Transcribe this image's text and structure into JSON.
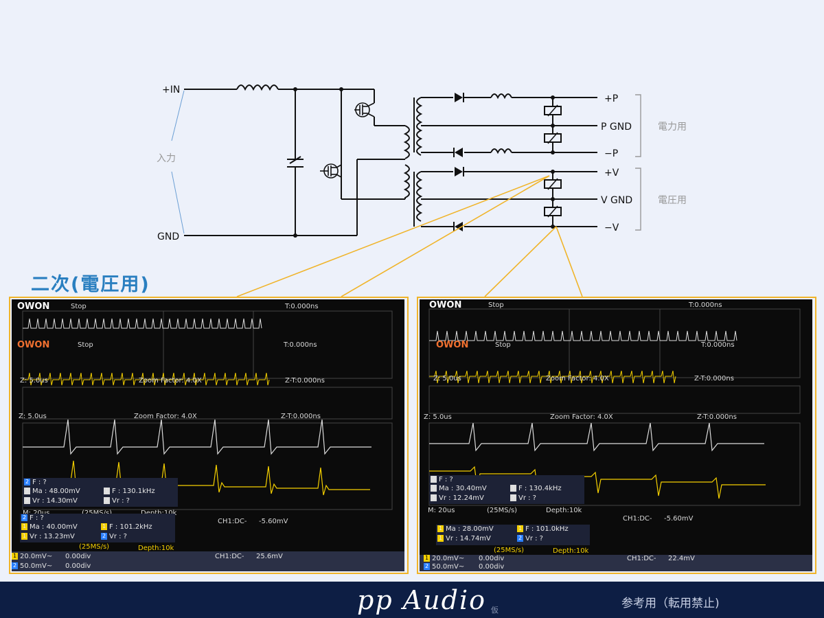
{
  "schematic": {
    "input_plus": "+IN",
    "input_gnd": "GND",
    "input_label": "入力",
    "outputs": [
      {
        "key": "p_plus",
        "label": "+P"
      },
      {
        "key": "p_gnd",
        "label": "P GND"
      },
      {
        "key": "p_minus",
        "label": "−P"
      },
      {
        "key": "v_plus",
        "label": "+V"
      },
      {
        "key": "v_gnd",
        "label": "V GND"
      },
      {
        "key": "v_minus",
        "label": "−V"
      }
    ],
    "group_power": "電力用",
    "group_voltage": "電圧用"
  },
  "section_title": "二次(電圧用)",
  "scope_left": {
    "brand": "OWON",
    "run_state": "Stop",
    "trig_time": "T:0.000ns",
    "inner": {
      "brand": "OWON",
      "run_state": "Stop",
      "trig_time": "T:0.000ns",
      "zoom_timebase": "Z: 5.0us",
      "zoom_factor": "Zoom Factor: 4.0X",
      "zoom_t": "Z-T:0.000ns",
      "measurements": {
        "f_ch2": "F :      ?",
        "ma": "Ma : 48.00mV",
        "f": "F : 130.1kHz",
        "vr": "Vr : 14.30mV",
        "vr_ch2": "Vr :      ?"
      },
      "timebase": "M: 20us",
      "rate": "(25MS/s)",
      "depth": "Depth:10k",
      "ch1_coupling": "CH1:DC-",
      "trigger_level": "-5.60mV"
    },
    "zoom_timebase": "Z: 5.0us",
    "zoom_factor": "Zoom Factor: 4.0X",
    "zoom_t": "Z-T:0.000ns",
    "measurements": {
      "f_ch2": "F :      ?",
      "ma": "Ma : 40.00mV",
      "f": "F : 101.2kHz",
      "vr": "Vr : 13.23mV",
      "vr_ch2": "Vr :      ?"
    },
    "rate": "(25MS/s)",
    "depth": "Depth:10k",
    "ch1_scale": "20.0mV~",
    "ch1_offset": "0.00div",
    "ch2_scale": "50.0mV~",
    "ch2_offset": "0.00div",
    "ch1_coupling": "CH1:DC-",
    "trigger_level": "25.6mV"
  },
  "scope_right": {
    "brand": "OWON",
    "run_state": "Stop",
    "trig_time": "T:0.000ns",
    "inner": {
      "brand": "OWON",
      "run_state": "Stop",
      "trig_time": "T:0.000ns",
      "zoom_timebase": "Z: 5.0us",
      "zoom_factor": "Zoom Factor: 4.0X",
      "zoom_t": "Z-T:0.000ns",
      "measurements": {
        "f_ch2": "F :      ?",
        "ma": "Ma : 30.40mV",
        "f": "F : 130.4kHz",
        "vr": "Vr : 12.24mV",
        "vr_ch2": "Vr :      ?"
      },
      "timebase": "M: 20us",
      "rate": "(25MS/s)",
      "depth": "Depth:10k",
      "ch1_coupling": "CH1:DC-",
      "trigger_level": "-5.60mV"
    },
    "zoom_timebase": "Z: 5.0us",
    "zoom_factor": "Zoom Factor: 4.0X",
    "zoom_t": "Z-T:0.000ns",
    "measurements": {
      "ma": "Ma : 28.00mV",
      "f": "F : 101.0kHz",
      "vr": "Vr : 14.74mV",
      "vr_ch2": "Vr :      ?"
    },
    "rate": "(25MS/s)",
    "depth": "Depth:10k",
    "ch1_scale": "20.0mV~",
    "ch1_offset": "0.00div",
    "ch2_scale": "50.0mV~",
    "ch2_offset": "0.00div",
    "ch1_coupling": "CH1:DC-",
    "trigger_level": "22.4mV"
  },
  "footer": {
    "brand": "pp Audio",
    "brand_note": "仮",
    "disclaimer": "参考用（転用禁止)"
  },
  "colors": {
    "ch1": "#f5d000",
    "ch2": "#dcdcdc",
    "frame": "#f0b429",
    "footer_bg": "#0d1e44",
    "title": "#2a7fc0"
  }
}
